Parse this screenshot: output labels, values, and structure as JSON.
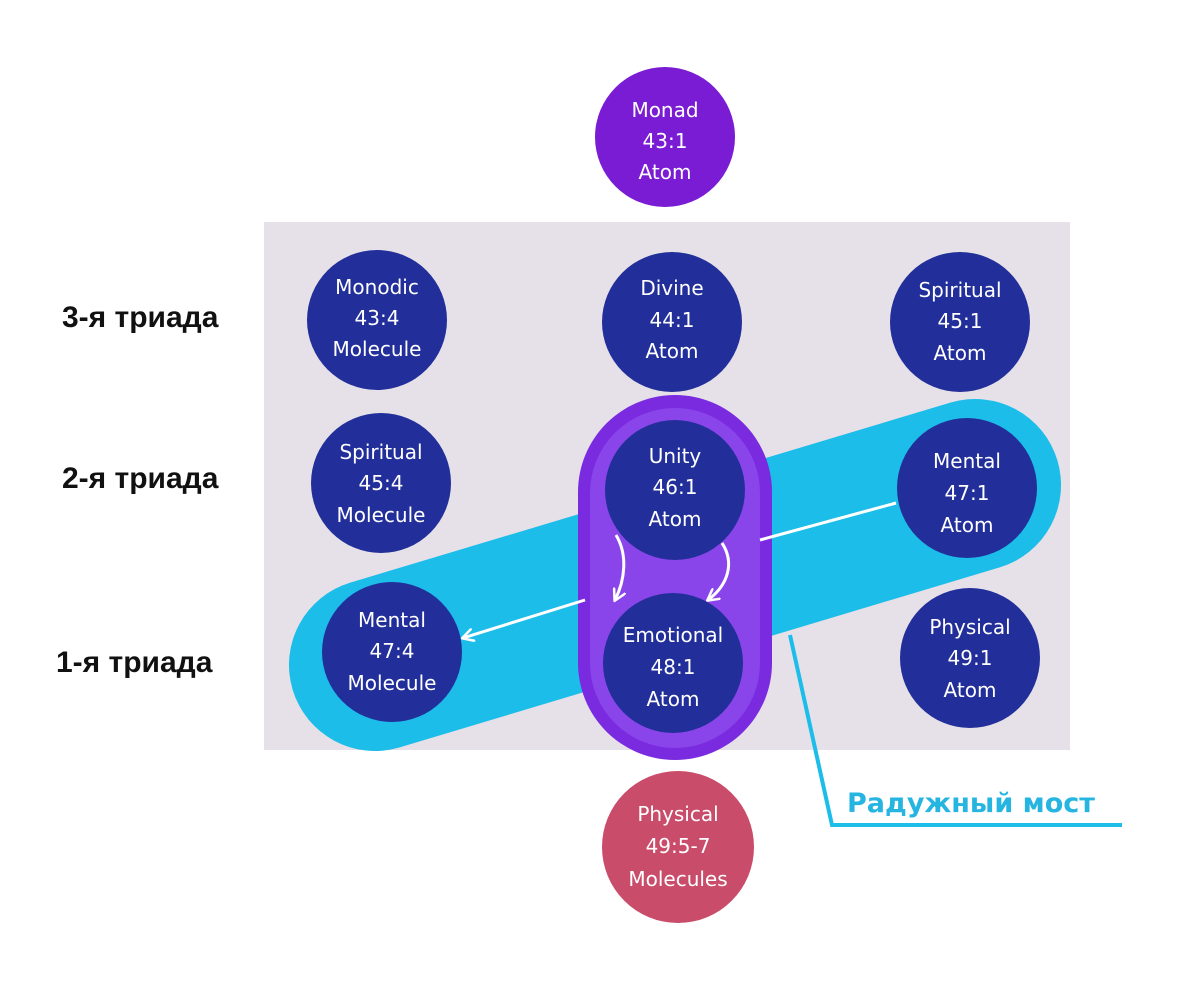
{
  "colors": {
    "background_panel": "#e6e1e8",
    "node_blue": "#222f9a",
    "monad_purple": "#7a1cd4",
    "physical_red": "#c94c6a",
    "bridge_cyan": "#1cbde8",
    "unity_capsule": "#7a2be0",
    "unity_capsule_inner": "#8a45ea",
    "bridge_label": "#26b5e0"
  },
  "triads": {
    "third": "3-я триада",
    "second": "2-я триада",
    "first": "1-я триада"
  },
  "bridge_label": "Радужный мост",
  "nodes": {
    "monad": {
      "line1": "Monad",
      "line2": "43:1",
      "line3": "Atom"
    },
    "monodic": {
      "line1": "Monodic",
      "line2": "43:4",
      "line3": "Molecule"
    },
    "divine": {
      "line1": "Divine",
      "line2": "44:1",
      "line3": "Atom"
    },
    "spiritual_atom": {
      "line1": "Spiritual",
      "line2": "45:1",
      "line3": "Atom"
    },
    "spiritual_molecule": {
      "line1": "Spiritual",
      "line2": "45:4",
      "line3": "Molecule"
    },
    "unity": {
      "line1": "Unity",
      "line2": "46:1",
      "line3": "Atom"
    },
    "mental_atom": {
      "line1": "Mental",
      "line2": "47:1",
      "line3": "Atom"
    },
    "mental_molecule": {
      "line1": "Mental",
      "line2": "47:4",
      "line3": "Molecule"
    },
    "emotional": {
      "line1": "Emotional",
      "line2": "48:1",
      "line3": "Atom"
    },
    "physical_atom": {
      "line1": "Physical",
      "line2": "49:1",
      "line3": "Atom"
    },
    "physical_molecules": {
      "line1": "Physical",
      "line2": "49:5-7",
      "line3": "Molecules"
    }
  }
}
